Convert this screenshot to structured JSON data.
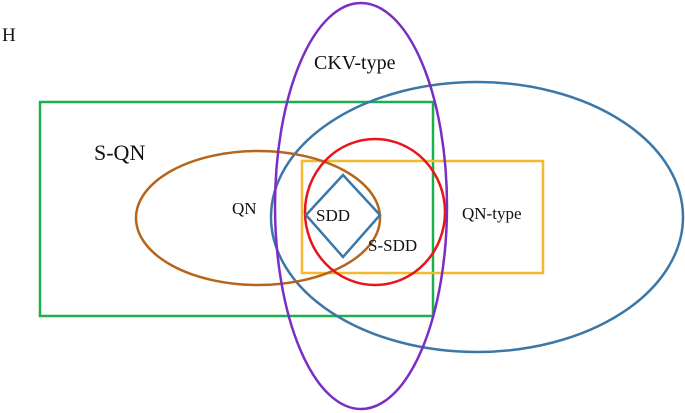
{
  "panel_label": "H",
  "regions": {
    "s_qn": {
      "label": "S-QN",
      "color": "#1bb04b"
    },
    "qn": {
      "label": "QN",
      "color": "#b5651d"
    },
    "ckv_type": {
      "label": "CKV-type",
      "color": "#7a2ec4"
    },
    "qn_type": {
      "label": "QN-type",
      "color": "#f5b92e"
    },
    "big_ellipse": {
      "color": "#3b78a8"
    },
    "s_sdd": {
      "label": "S-SDD",
      "color": "#e8161b"
    },
    "sdd": {
      "label": "SDD",
      "color": "#3b78a8"
    }
  }
}
